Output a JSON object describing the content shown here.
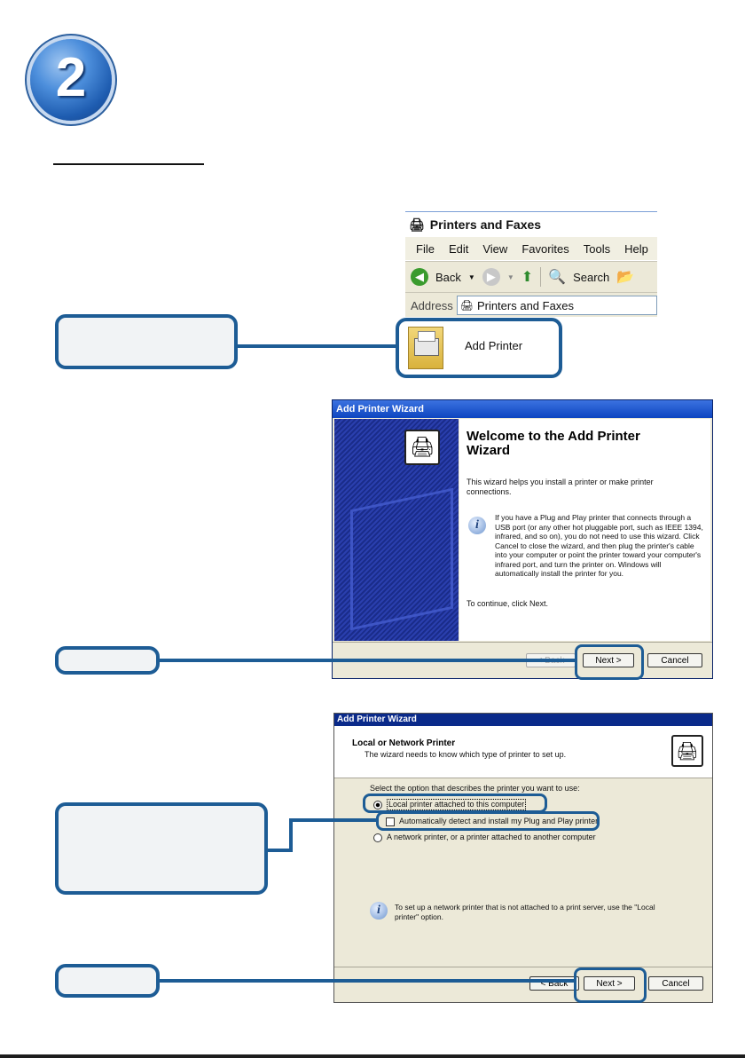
{
  "step_number": "2",
  "explorer": {
    "title": "Printers and Faxes",
    "menu": [
      "File",
      "Edit",
      "View",
      "Favorites",
      "Tools",
      "Help"
    ],
    "back_label": "Back",
    "search_label": "Search",
    "address_label": "Address",
    "address_value": "Printers and Faxes",
    "add_printer_label": "Add Printer"
  },
  "wizard1": {
    "window_title": "Add Printer Wizard",
    "heading": "Welcome to the Add Printer Wizard",
    "intro": "This wizard helps you install a printer or make printer connections.",
    "info": "If you have a Plug and Play printer that connects through a USB port (or any other hot pluggable port, such as IEEE 1394, infrared, and so on), you do not need to use this wizard. Click Cancel to close the wizard, and then plug the printer's cable into your computer or point the printer toward your computer's infrared port, and turn the printer on. Windows will automatically install the printer for you.",
    "continue_text": "To continue, click Next.",
    "back_button": "< Back",
    "next_button": "Next >",
    "cancel_button": "Cancel"
  },
  "wizard2": {
    "window_title": "Add Printer Wizard",
    "heading": "Local or Network Printer",
    "subheading": "The wizard needs to know which type of printer to set up.",
    "prompt": "Select the option that describes the printer you want to use:",
    "option_local": "Local printer attached to this computer",
    "option_auto": "Automatically detect and install my Plug and Play printer",
    "option_network": "A network printer, or a printer attached to another computer",
    "info": "To set up a network printer that is not attached to a print server, use the \"Local printer\" option.",
    "back_button": "< Back",
    "next_button": "Next >",
    "cancel_button": "Cancel"
  }
}
